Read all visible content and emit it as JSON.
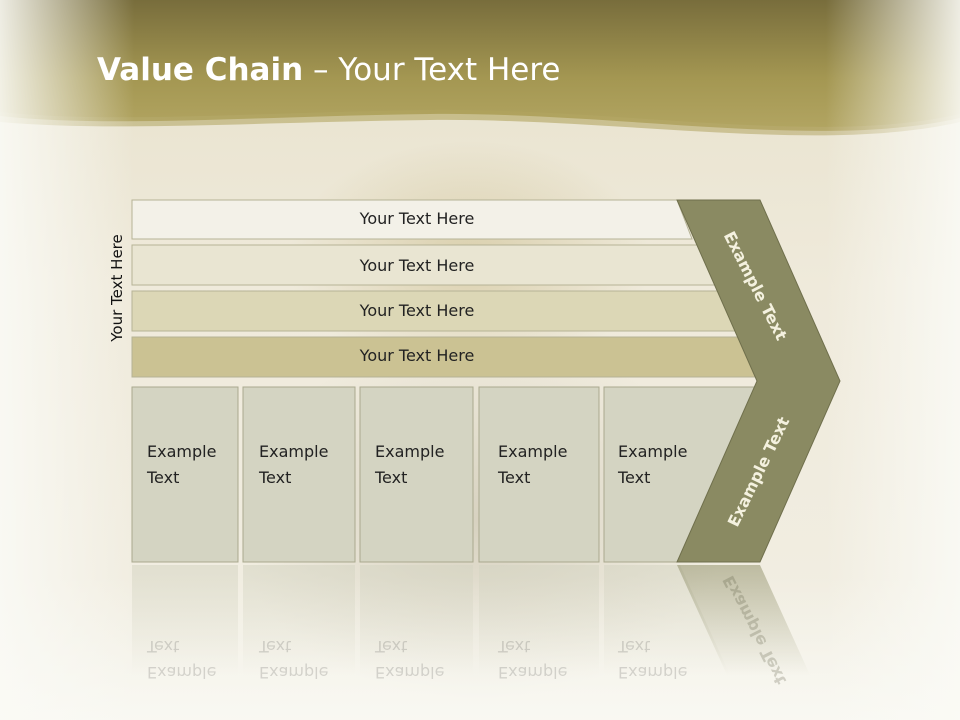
{
  "title": {
    "bold": "Value Chain",
    "rest": " – Your Text Here"
  },
  "side_label": "Your Text Here",
  "bars": [
    {
      "label": "Your Text Here"
    },
    {
      "label": "Your Text Here"
    },
    {
      "label": "Your Text Here"
    },
    {
      "label": "Your Text Here"
    }
  ],
  "columns": [
    {
      "line1": "Example",
      "line2": "Text"
    },
    {
      "line1": "Example",
      "line2": "Text"
    },
    {
      "line1": "Example",
      "line2": "Text"
    },
    {
      "line1": "Example",
      "line2": "Text"
    },
    {
      "line1": "Example",
      "line2": "Text"
    }
  ],
  "chevron": {
    "top_label": "Example Text",
    "bottom_label": "Example Text"
  },
  "colors": {
    "header_band": "#a59a55",
    "chevron_fill": "#8a8a62",
    "bar_fills": [
      "#f3f1e8",
      "#e9e5d2",
      "#dcd7b6",
      "#cbc293"
    ],
    "column_fill": "#d4d4c2"
  }
}
